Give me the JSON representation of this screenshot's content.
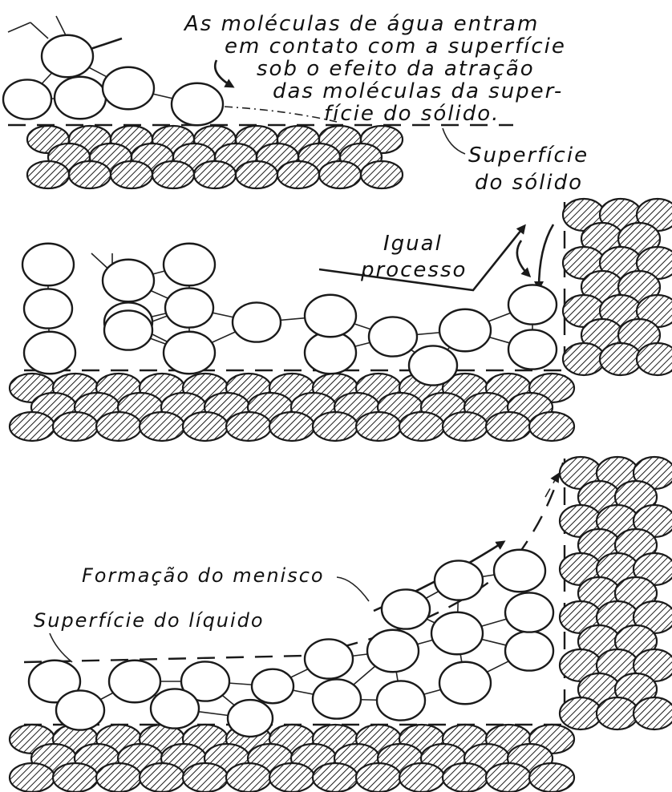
{
  "labels": {
    "intro_line1": "As moléculas de água entram",
    "intro_line2": "em contato com a superfície",
    "intro_line3": "sob o efeito da atração",
    "intro_line4": "das moléculas da super-",
    "intro_line5": "fície do sólido.",
    "solid_surface_line1": "Superfície",
    "solid_surface_line2": "do sólido",
    "same_process_line1": "Igual",
    "same_process_line2": "processo",
    "meniscus": "Formação do menisco",
    "liquid_surface": "Superfície do líquido"
  },
  "colors": {
    "ink": "#1a1a1a",
    "background": "#ffffff"
  },
  "icons": [
    "water-molecule-circle",
    "solid-molecule-hatched-circle",
    "arrow"
  ]
}
